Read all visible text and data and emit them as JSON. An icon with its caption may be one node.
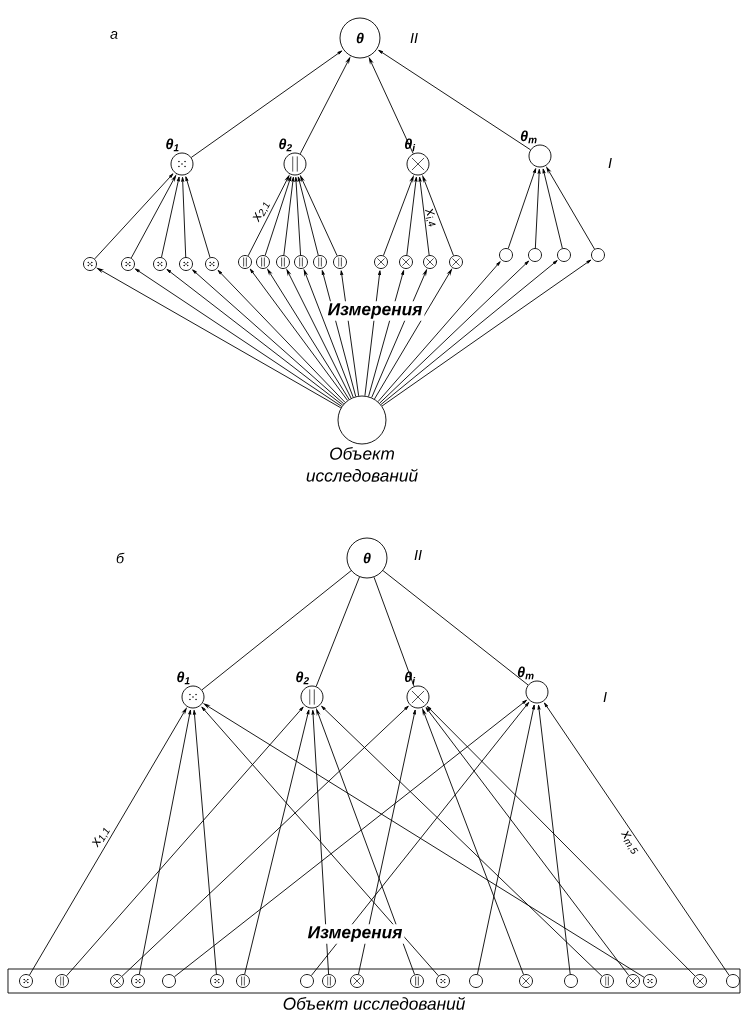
{
  "diagram": {
    "nodes": [
      {
        "text": [
          "θ"
        ]
      },
      {
        "text": [
          "θ$_{1}$"
        ]
      },
      {
        "text": [
          "θ$_{2}$"
        ]
      },
      {
        "text": [
          "θ$_{i}$"
        ]
      },
      {
        "text": [
          "θ$_{m}$"
        ]
      },
      {
        "text": [],
        "shape": "circle"
      },
      {
        "text": [],
        "shape": "circle"
      },
      {
        "text": [],
        "shape": "circle"
      },
      {
        "text": [],
        "shape": "circle"
      },
      {
        "text": [],
        "shape": "circle"
      },
      {
        "text": [],
        "shape": "circle"
      },
      {
        "text": [],
        "shape": "circle"
      },
      {
        "text": [],
        "shape": "circle"
      },
      {
        "text": [],
        "shape": "circle"
      },
      {
        "text": [],
        "shape": "circle"
      },
      {
        "text": [],
        "shape": "circle"
      },
      {
        "text": [],
        "shape": "circle"
      },
      {
        "text": [],
        "shape": "circle"
      },
      {
        "text": [],
        "shape": "circle"
      },
      {
        "text": [],
        "shape": "circle"
      },
      {
        "text": [],
        "shape": "circle"
      },
      {
        "text": [],
        "shape": "circle"
      },
      {
        "text": [],
        "shape": "circle"
      },
      {
        "text": [],
        "shape": "circle"
      },
      {
        "text": [
          "Объект исследований"
        ]
      },
      {
        "text": [
          "θ"
        ]
      },
      {
        "text": [
          "θ$_{1}$"
        ]
      },
      {
        "text": [
          "θ$_{2}$"
        ]
      },
      {
        "text": [
          "θ$_{i}$"
        ]
      },
      {
        "text": [
          "θ$_{m}$"
        ]
      },
      {
        "text": [
          "Объект исследований"
        ]
      },
      {
        "text": [],
        "shape": "circle",
        "in": 30
      },
      {
        "text": [],
        "shape": "circle",
        "in": 30
      },
      {
        "text": [],
        "shape": "circle",
        "in": 30
      },
      {
        "text": [],
        "shape": "circle",
        "in": 30
      },
      {
        "text": [],
        "shape": "circle",
        "in": 30
      },
      {
        "text": [],
        "shape": "circle",
        "in": 30
      },
      {
        "text": [],
        "shape": "circle",
        "in": 30
      },
      {
        "text": [],
        "shape": "circle",
        "in": 30
      },
      {
        "text": [],
        "shape": "circle",
        "in": 30
      },
      {
        "text": [],
        "shape": "circle",
        "in": 30
      },
      {
        "text": [],
        "shape": "circle",
        "in": 30
      },
      {
        "text": [],
        "shape": "circle",
        "in": 30
      },
      {
        "text": [],
        "shape": "circle",
        "in": 30
      },
      {
        "text": [],
        "shape": "circle",
        "in": 30
      },
      {
        "text": [],
        "shape": "circle",
        "in": 30
      },
      {
        "text": [],
        "shape": "circle",
        "in": 30
      },
      {
        "text": [],
        "shape": "circle",
        "in": 30
      },
      {
        "text": [],
        "shape": "circle",
        "in": 30
      },
      {
        "text": [],
        "shape": "circle",
        "in": 30
      },
      {
        "text": [],
        "shape": "circle",
        "in": 30
      }
    ],
    "edges": [
      {
        "from": 1,
        "to": 0,
        "arrow": "to"
      },
      {
        "from": 2,
        "to": 0,
        "arrow": "to"
      },
      {
        "from": 3,
        "to": 0,
        "arrow": "to"
      },
      {
        "from": 4,
        "to": 0,
        "arrow": "to"
      },
      {
        "from": 5,
        "to": 1,
        "arrow": "to"
      },
      {
        "from": 6,
        "to": 1,
        "arrow": "to"
      },
      {
        "from": 7,
        "to": 1,
        "arrow": "to"
      },
      {
        "from": 8,
        "to": 1,
        "arrow": "to"
      },
      {
        "from": 9,
        "to": 1,
        "arrow": "to"
      },
      {
        "from": 10,
        "to": 2,
        "arrow": "to",
        "label": "x$_{2,1}$"
      },
      {
        "from": 11,
        "to": 2,
        "arrow": "to"
      },
      {
        "from": 12,
        "to": 2,
        "arrow": "to"
      },
      {
        "from": 13,
        "to": 2,
        "arrow": "to"
      },
      {
        "from": 14,
        "to": 2,
        "arrow": "to"
      },
      {
        "from": 15,
        "to": 2,
        "arrow": "to"
      },
      {
        "from": 16,
        "to": 3,
        "arrow": "to"
      },
      {
        "from": 17,
        "to": 3,
        "arrow": "to"
      },
      {
        "from": 18,
        "to": 3,
        "arrow": "to"
      },
      {
        "from": 19,
        "to": 3,
        "arrow": "to",
        "label": "x$_{i,4}$"
      },
      {
        "from": 20,
        "to": 4,
        "arrow": "to"
      },
      {
        "from": 21,
        "to": 4,
        "arrow": "to"
      },
      {
        "from": 22,
        "to": 4,
        "arrow": "to"
      },
      {
        "from": 23,
        "to": 4,
        "arrow": "to"
      },
      {
        "from": 24,
        "to": 5,
        "arrow": "to"
      },
      {
        "from": 24,
        "to": 6,
        "arrow": "to"
      },
      {
        "from": 24,
        "to": 7,
        "arrow": "to"
      },
      {
        "from": 24,
        "to": 8,
        "arrow": "to"
      },
      {
        "from": 24,
        "to": 9,
        "arrow": "to"
      },
      {
        "from": 24,
        "to": 10,
        "arrow": "to"
      },
      {
        "from": 24,
        "to": 11,
        "arrow": "to"
      },
      {
        "from": 24,
        "to": 12,
        "arrow": "to"
      },
      {
        "from": 24,
        "to": 13,
        "arrow": "to"
      },
      {
        "from": 24,
        "to": 14,
        "arrow": "to"
      },
      {
        "from": 24,
        "to": 15,
        "arrow": "to"
      },
      {
        "from": 24,
        "to": 16,
        "arrow": "to"
      },
      {
        "from": 24,
        "to": 17,
        "arrow": "to"
      },
      {
        "from": 24,
        "to": 18,
        "arrow": "to"
      },
      {
        "from": 24,
        "to": 19,
        "arrow": "to"
      },
      {
        "from": 24,
        "to": 20,
        "arrow": "to"
      },
      {
        "from": 24,
        "to": 21,
        "arrow": "to"
      },
      {
        "from": 24,
        "to": 22,
        "arrow": "to"
      },
      {
        "from": 24,
        "to": 23,
        "arrow": "to"
      },
      {
        "from": 26,
        "to": 25,
        "arrow": "none"
      },
      {
        "from": 27,
        "to": 25,
        "arrow": "none"
      },
      {
        "from": 28,
        "to": 25,
        "arrow": "none"
      },
      {
        "from": 29,
        "to": 25,
        "arrow": "none"
      },
      {
        "from": 31,
        "to": 26,
        "arrow": "to",
        "label": "x$_{1,1}$"
      },
      {
        "from": 32,
        "to": 27,
        "arrow": "to"
      },
      {
        "from": 33,
        "to": 28,
        "arrow": "to"
      },
      {
        "from": 34,
        "to": 26,
        "arrow": "to"
      },
      {
        "from": 35,
        "to": 29,
        "arrow": "to"
      },
      {
        "from": 36,
        "to": 26,
        "arrow": "to"
      },
      {
        "from": 37,
        "to": 27,
        "arrow": "to"
      },
      {
        "from": 38,
        "to": 29,
        "arrow": "to"
      },
      {
        "from": 39,
        "to": 27,
        "arrow": "to"
      },
      {
        "from": 40,
        "to": 28,
        "arrow": "to"
      },
      {
        "from": 41,
        "to": 27,
        "arrow": "to"
      },
      {
        "from": 42,
        "to": 26,
        "arrow": "to"
      },
      {
        "from": 43,
        "to": 29,
        "arrow": "to"
      },
      {
        "from": 44,
        "to": 28,
        "arrow": "to"
      },
      {
        "from": 45,
        "to": 29,
        "arrow": "to"
      },
      {
        "from": 46,
        "to": 27,
        "arrow": "to"
      },
      {
        "from": 47,
        "to": 28,
        "arrow": "to"
      },
      {
        "from": 48,
        "to": 26,
        "arrow": "to"
      },
      {
        "from": 49,
        "to": 28,
        "arrow": "to"
      },
      {
        "from": 50,
        "to": 29,
        "arrow": "to",
        "label": "x$_{m,5}$"
      }
    ],
    "labels": [
      "а",
      "II",
      "I",
      "Измерения",
      "б",
      "II",
      "I",
      "Измерения"
    ]
  }
}
